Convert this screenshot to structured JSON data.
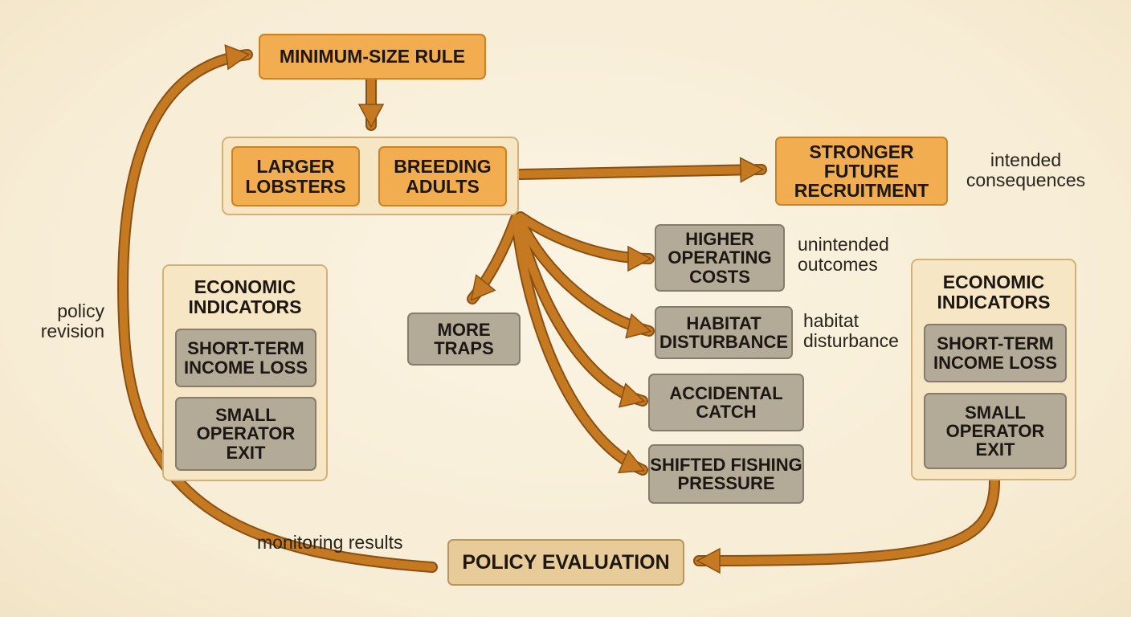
{
  "nodes": {
    "minimum_size_rule": "MINIMUM-SIZE RULE",
    "larger_lobsters": "LARGER\nLOBSTERS",
    "breeding_adults": "BREEDING\nADULTS",
    "stronger_future_recruitment": "STRONGER\nFUTURE\nRECRUITMENT",
    "higher_operating_costs": "HIGHER\nOPERATING\nCOSTS",
    "more_traps": "MORE\nTRAPS",
    "habitat_disturbance": "HABITAT\nDISTURBANCE",
    "accidental_catch": "ACCIDENTAL\nCATCH",
    "shifted_fishing_pressure": "SHIFTED FISHING\nPRESSURE",
    "policy_evaluation": "POLICY EVALUATION"
  },
  "left_panel": {
    "title": "ECONOMIC\nINDICATORS",
    "item_1": "SHORT-TERM\nINCOME LOSS",
    "item_2": "SMALL\nOPERATOR\nEXIT"
  },
  "right_panel": {
    "title": "ECONOMIC\nINDICATORS",
    "item_1": "SHORT-TERM\nINCOME LOSS",
    "item_2": "SMALL\nOPERATOR\nEXIT"
  },
  "annotations": {
    "intended": "intended\nconsequences",
    "unintended": "unintended\noutcomes",
    "habitat": "habitat\ndisturbance",
    "policy_revision": "policy\nrevision",
    "monitoring_results": "monitoring results"
  },
  "colors": {
    "arrow": "#c57a22",
    "arrow_outline": "#8a4f12"
  }
}
